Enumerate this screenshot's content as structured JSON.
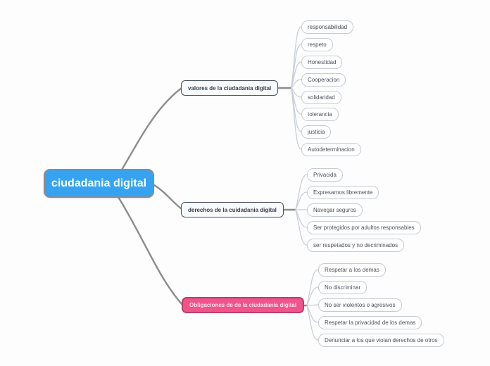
{
  "app": {
    "type": "mind-map-canvas"
  },
  "colors": {
    "canvas_background": "#fdfdfd",
    "root_fill": "#35a3f2",
    "root_text": "#ffffff",
    "root_border": "#8c8c8c",
    "branch_border": "#49525e",
    "branch_text": "#39414d",
    "obligaciones_fill": "#f0548b",
    "obligaciones_border": "#bb3f68",
    "obligaciones_text": "#ffdfe9",
    "child_border": "#c6ccd4",
    "child_text": "#4b5158",
    "main_line": "#8c8c8c",
    "child_line": "#c9cfd8"
  },
  "root": {
    "label": "ciudadania digital"
  },
  "branches": [
    {
      "label": "valores de la ciudadania digital",
      "children": [
        "responsabilidad",
        "respeto",
        "Honestidad",
        "Cooperacion",
        "solidaridad",
        "tolerancia",
        "justicia",
        "Autodeterminacion"
      ]
    },
    {
      "label": "derechos de la cuidadania digital",
      "children": [
        "Privacida",
        "Expresarnos libremente",
        "Navegar seguros",
        "Ser protegidos por adultos responsables",
        "ser respetados y no decriminados"
      ]
    },
    {
      "label": "Obligaciones de de la ciudadania digital",
      "children": [
        "Respetar a los demas",
        "No discriminar",
        "No ser violentos o agresivos",
        "Respetar la privacidad de los demas",
        "Denunciar a los que violan derechos de otros"
      ]
    }
  ]
}
